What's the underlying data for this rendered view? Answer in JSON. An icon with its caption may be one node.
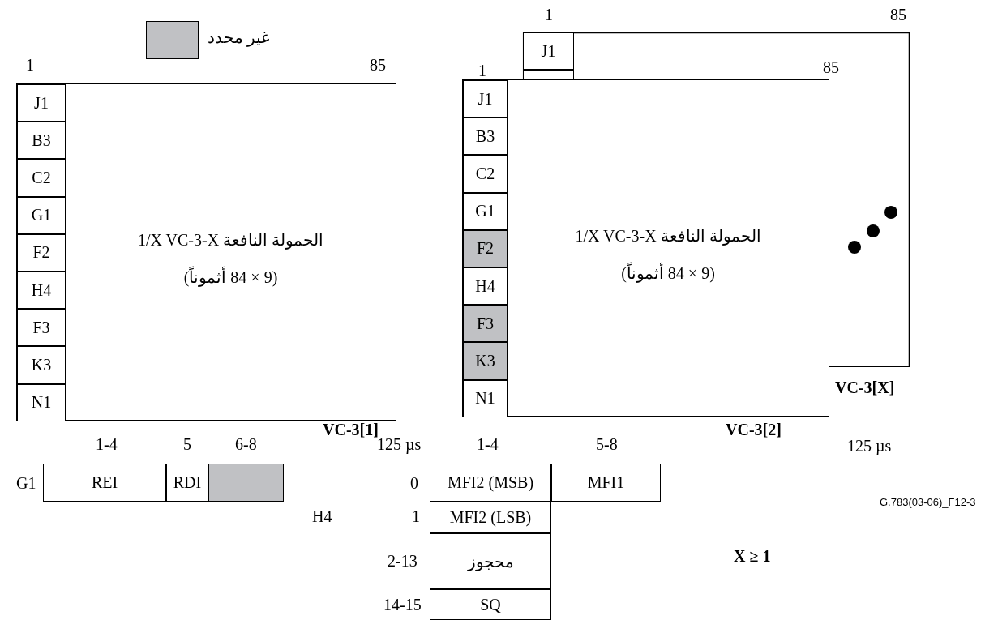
{
  "diagram": {
    "nodes": [
      {
        "text": [
          "1/X VC-3-X الحمولة النافعة",
          "(9 × 84 أثموناً)"
        ],
        "beside": [
          "VC-3[1]"
        ]
      },
      {
        "text": [
          "J1"
        ],
        "in": 0
      },
      {
        "text": [
          "B3"
        ],
        "in": 0
      },
      {
        "text": [
          "C2"
        ],
        "in": 0
      },
      {
        "text": [
          "G1"
        ],
        "in": 0
      },
      {
        "text": [
          "F2"
        ],
        "in": 0
      },
      {
        "text": [
          "H4"
        ],
        "in": 0
      },
      {
        "text": [
          "F3"
        ],
        "in": 0
      },
      {
        "text": [
          "K3"
        ],
        "in": 0
      },
      {
        "text": [
          "N1"
        ],
        "in": 0
      },
      {
        "text": [],
        "shape": "box",
        "beside": [
          "VC-3[X]"
        ]
      },
      {
        "text": [
          "J1"
        ],
        "in": 10
      },
      {
        "text": [],
        "shape": "box",
        "in": 10
      },
      {
        "text": [
          "1/X VC-3-X الحمولة النافعة",
          "(9 × 84 أثموناً)"
        ],
        "beside": [
          "VC-3[2]"
        ]
      },
      {
        "text": [
          "J1"
        ],
        "in": 13
      },
      {
        "text": [
          "B3"
        ],
        "in": 13
      },
      {
        "text": [
          "C2"
        ],
        "in": 13
      },
      {
        "text": [
          "G1"
        ],
        "in": 13
      },
      {
        "text": [
          "F2"
        ],
        "in": 13
      },
      {
        "text": [
          "H4"
        ],
        "in": 13
      },
      {
        "text": [
          "F3"
        ],
        "in": 13
      },
      {
        "text": [
          "K3"
        ],
        "in": 13
      },
      {
        "text": [
          "N1"
        ],
        "in": 13
      },
      {
        "text": [
          "REI"
        ]
      },
      {
        "text": [
          "RDI"
        ]
      },
      {
        "text": [],
        "shape": "box"
      },
      {
        "text": [
          "MFI2 (MSB)"
        ]
      },
      {
        "text": [
          "MFI1"
        ]
      },
      {
        "text": [
          "MFI2 (LSB)"
        ]
      },
      {
        "text": [
          "محجوز"
        ]
      },
      {
        "text": [
          "SQ"
        ]
      }
    ],
    "edges": [],
    "labels": [
      "1",
      "85",
      "1",
      "85",
      "1",
      "85",
      "1-4",
      "5",
      "6-8",
      "125 µs",
      "1-4",
      "5-8",
      "125 µs",
      "G1",
      "H4",
      "0",
      "G.783(03-06)_F12-3",
      "1",
      "2-13",
      "X ≥ 1",
      "14-15"
    ],
    "legend": [
      {
        "text": "غير محدد",
        "color": "#c0c1c4"
      }
    ]
  }
}
